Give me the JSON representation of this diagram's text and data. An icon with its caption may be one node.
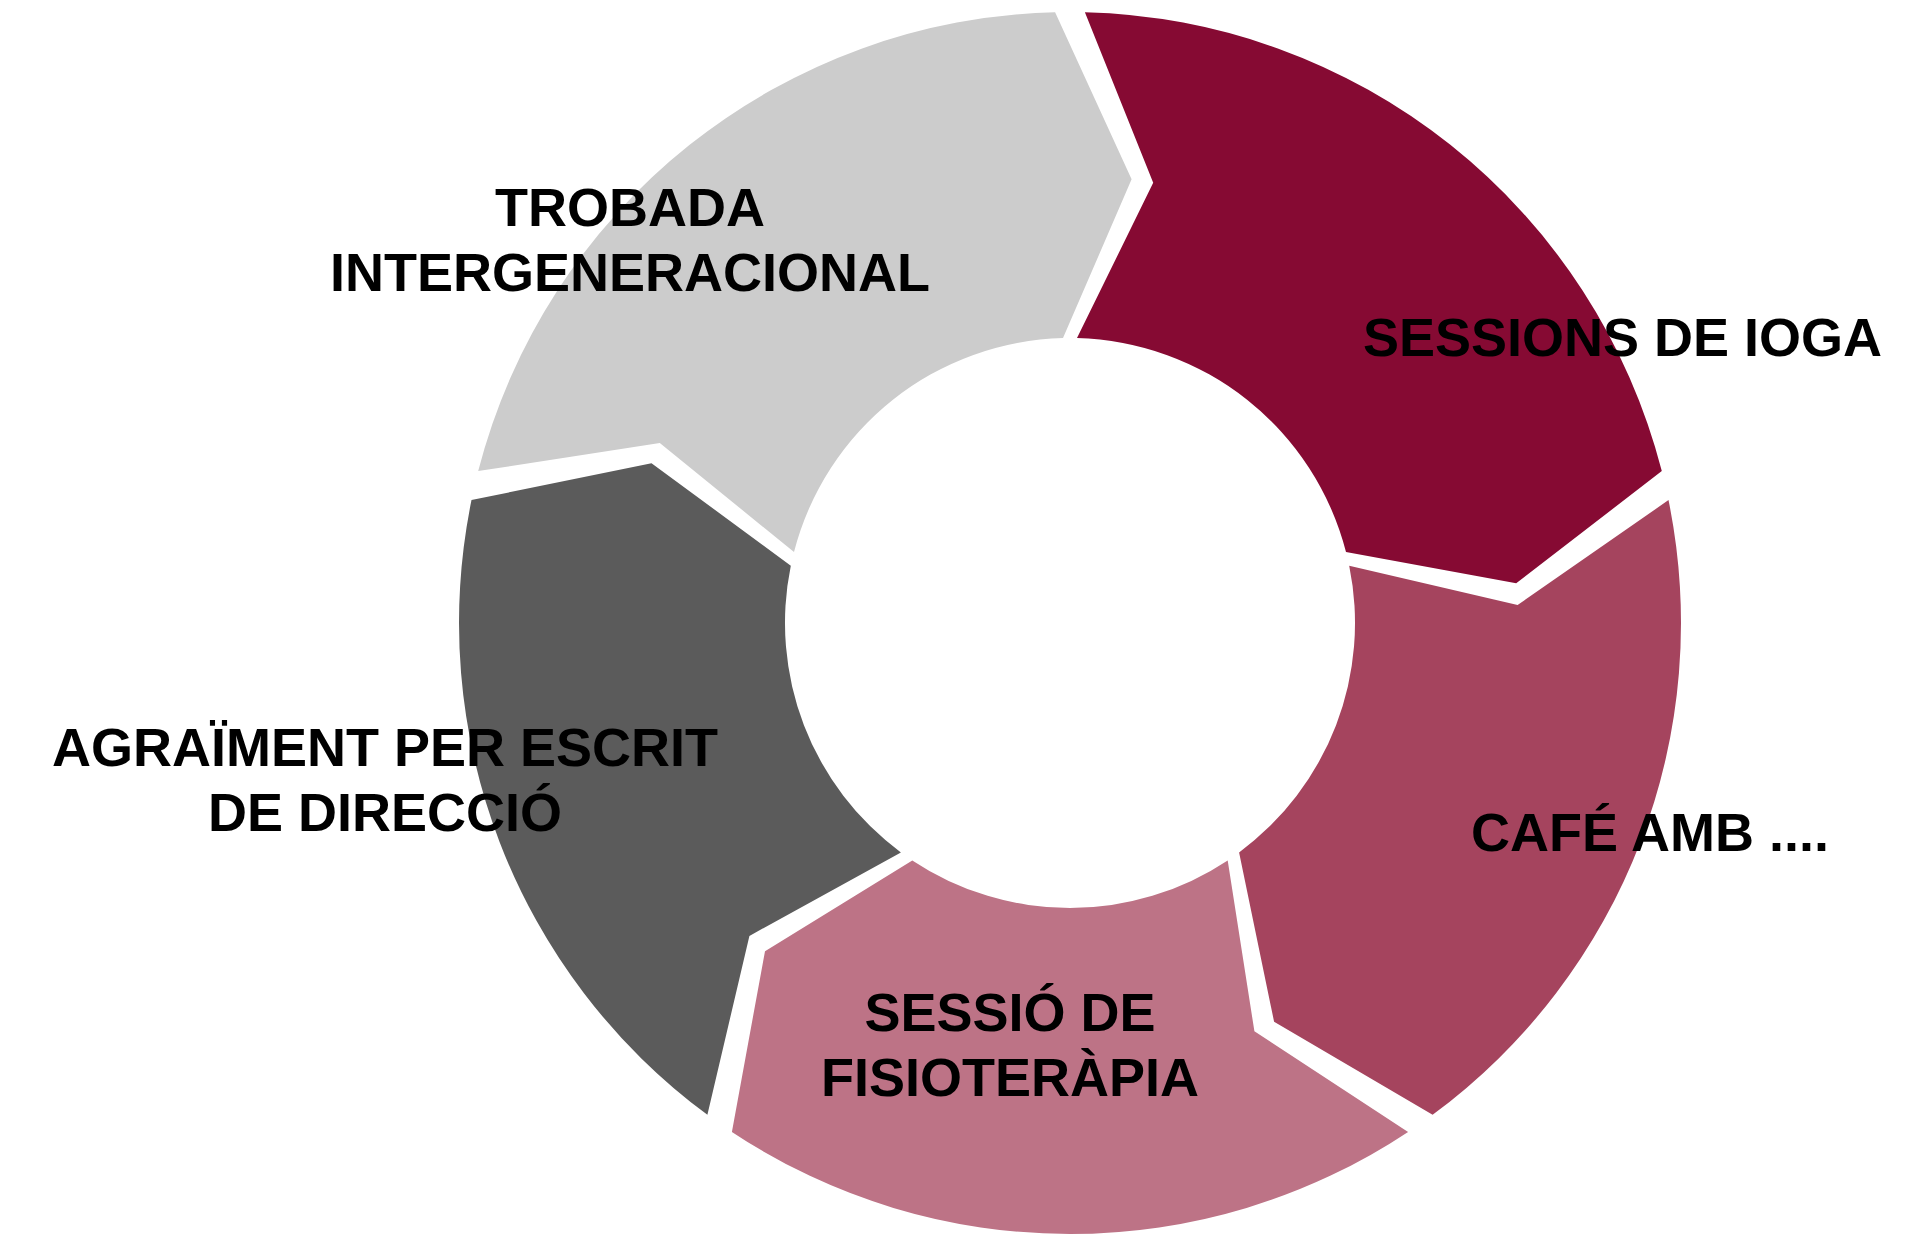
{
  "diagram": {
    "nodes": [
      {
        "text": [
          "TROBADA INTERGENERACIONAL"
        ]
      },
      {
        "text": [
          "SESSIONS DE IOGA"
        ]
      },
      {
        "text": [
          "CAFÉ AMB ...."
        ]
      },
      {
        "text": [
          "SESSIÓ DE FISIOTERÀPIA"
        ]
      },
      {
        "text": [
          "AGRAÏMENT PER ESCRIT DE DIRECCIÓ"
        ]
      }
    ]
  }
}
